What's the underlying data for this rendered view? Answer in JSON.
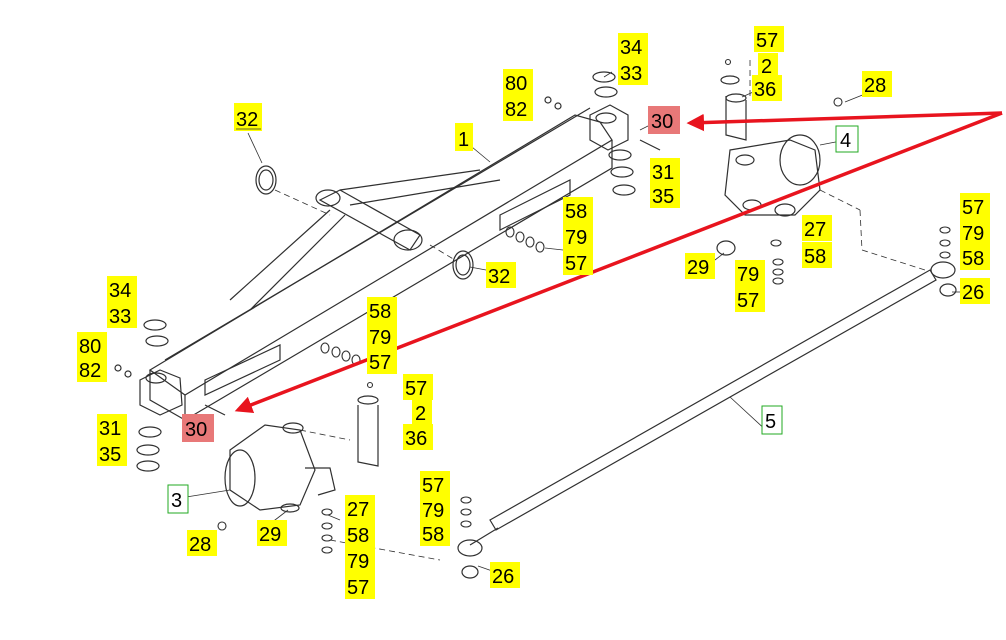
{
  "diagram": {
    "colors": {
      "label_yellow": "#ffff00",
      "label_red": "#e87878",
      "label_green_border": "#22aa22",
      "arrow_red": "#e8141e",
      "line_art": "#303030"
    },
    "labels": {
      "l1": "32",
      "l2": "1",
      "l3": "80",
      "l4": "82",
      "l5": "34",
      "l6": "33",
      "l7": "30",
      "l8": "31",
      "l9": "35",
      "l10": "57",
      "l11": "2",
      "l12": "36",
      "l13": "28",
      "l14": "4",
      "l15": "58",
      "l16": "79",
      "l17": "57",
      "l18": "32",
      "l19": "27",
      "l20": "58",
      "l21": "29",
      "l22": "79",
      "l23": "57",
      "l24": "57",
      "l25": "79",
      "l26": "58",
      "l27": "26",
      "l28": "34",
      "l29": "33",
      "l30": "80",
      "l31": "82",
      "l32": "58",
      "l33": "79",
      "l34": "57",
      "l35": "57",
      "l36": "2",
      "l37": "36",
      "l38": "31",
      "l39": "30",
      "l40": "35",
      "l41": "5",
      "l42": "3",
      "l43": "57",
      "l44": "79",
      "l45": "58",
      "l46": "28",
      "l47": "29",
      "l48": "27",
      "l49": "58",
      "l50": "79",
      "l51": "57",
      "l52": "26"
    }
  }
}
